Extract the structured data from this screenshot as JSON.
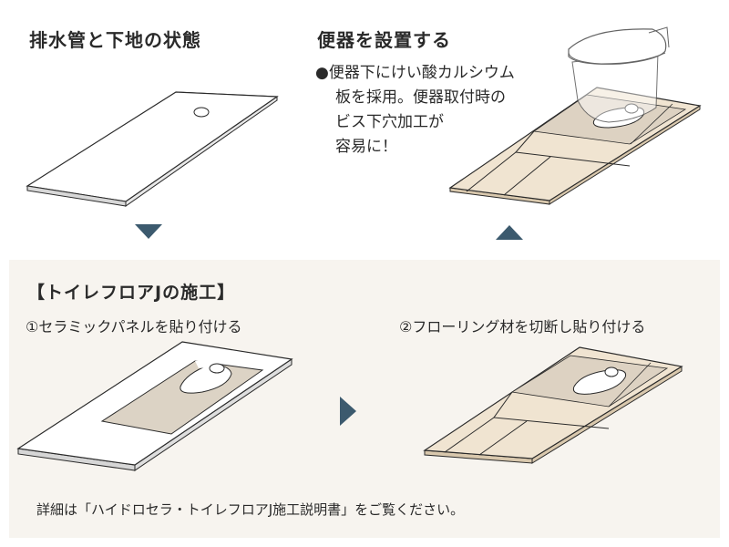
{
  "top_left": {
    "title": "排水管と下地の状態"
  },
  "top_right": {
    "title": "便器を設置する",
    "bullet": "●",
    "note_lines": [
      "便器下にけい酸カルシウム",
      "板を採用。便器取付時の",
      "ビス下穴加工が",
      "容易に！"
    ]
  },
  "panel": {
    "title": "【トイレフロアJの施工】",
    "step1": "①セラミックパネルを貼り付ける",
    "step2": "②フローリング材を切断し貼り付ける",
    "footer": "詳細は「ハイドロセラ・トイレフロアJ施工説明書」をご覧ください。"
  },
  "colors": {
    "arrow": "#3c5a6e",
    "panel_bg": "#f7f4ef",
    "ceramic": "#dcd3c5",
    "wood_light": "#f0e4d1",
    "wood_mid": "#eadbc3",
    "outline": "#2a2a2a"
  }
}
